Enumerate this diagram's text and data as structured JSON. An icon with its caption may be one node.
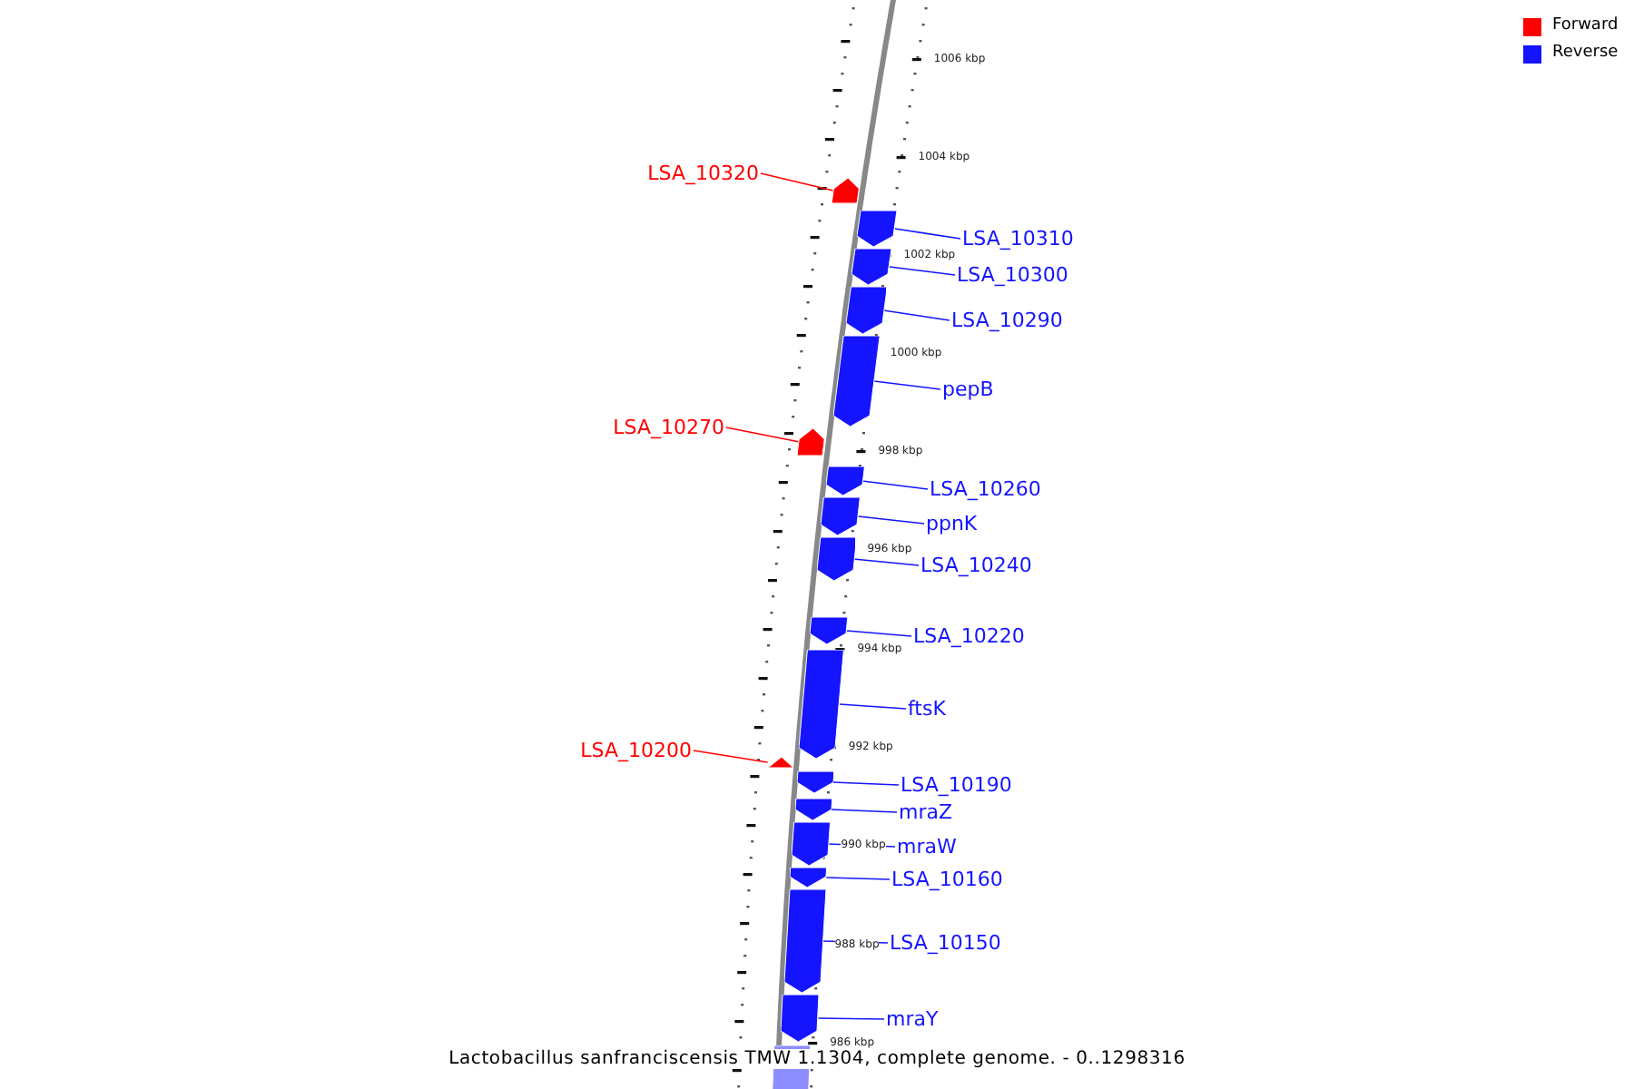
{
  "diagram": {
    "caption": "Lactobacillus sanfranciscensis TMW 1.1304, complete genome. - 0..1298316",
    "nodes": [
      {
        "text": [
          "LSA_10320"
        ]
      },
      {
        "text": [],
        "shape": "bar"
      },
      {
        "text": [
          "LSA_10310"
        ]
      },
      {
        "text": [],
        "shape": "bar"
      },
      {
        "text": [
          "LSA_10300"
        ]
      },
      {
        "text": [],
        "shape": "bar"
      },
      {
        "text": [
          "LSA_10290"
        ]
      },
      {
        "text": [],
        "shape": "bar"
      },
      {
        "text": [
          "pepB"
        ]
      },
      {
        "text": [],
        "shape": "bar"
      },
      {
        "text": [
          "LSA_10270"
        ]
      },
      {
        "text": [],
        "shape": "bar"
      },
      {
        "text": [
          "LSA_10260"
        ]
      },
      {
        "text": [],
        "shape": "bar"
      },
      {
        "text": [
          "ppnK"
        ]
      },
      {
        "text": [],
        "shape": "bar"
      },
      {
        "text": [
          "LSA_10240"
        ]
      },
      {
        "text": [],
        "shape": "bar"
      },
      {
        "text": [
          "LSA_10220"
        ]
      },
      {
        "text": [],
        "shape": "bar"
      },
      {
        "text": [
          "ftsK"
        ]
      },
      {
        "text": [],
        "shape": "bar"
      },
      {
        "text": [
          "LSA_10200"
        ]
      },
      {
        "text": [],
        "shape": "bar"
      },
      {
        "text": [
          "LSA_10190"
        ]
      },
      {
        "text": [],
        "shape": "bar"
      },
      {
        "text": [
          "mraZ"
        ]
      },
      {
        "text": [],
        "shape": "bar"
      },
      {
        "text": [
          "mraW"
        ]
      },
      {
        "text": [],
        "shape": "bar"
      },
      {
        "text": [
          "LSA_10160"
        ]
      },
      {
        "text": [],
        "shape": "bar"
      },
      {
        "text": [
          "LSA_10150"
        ]
      },
      {
        "text": [],
        "shape": "bar"
      },
      {
        "text": [
          "mraY"
        ]
      },
      {
        "text": [],
        "shape": "bar"
      },
      {
        "text": [],
        "shape": "bar"
      }
    ],
    "edges": [
      {
        "from": 0,
        "to": 1,
        "arrow": "none",
        "color": "#ff0000"
      },
      {
        "from": 2,
        "to": 3,
        "arrow": "none"
      },
      {
        "from": 4,
        "to": 5,
        "arrow": "none"
      },
      {
        "from": 6,
        "to": 7,
        "arrow": "none"
      },
      {
        "from": 8,
        "to": 9,
        "arrow": "none"
      },
      {
        "from": 10,
        "to": 11,
        "arrow": "none",
        "color": "#ff0000"
      },
      {
        "from": 12,
        "to": 13,
        "arrow": "none"
      },
      {
        "from": 14,
        "to": 15,
        "arrow": "none"
      },
      {
        "from": 16,
        "to": 17,
        "arrow": "none"
      },
      {
        "from": 18,
        "to": 19,
        "arrow": "none"
      },
      {
        "from": 20,
        "to": 21,
        "arrow": "none"
      },
      {
        "from": 22,
        "to": 23,
        "arrow": "none",
        "color": "#ff0000"
      },
      {
        "from": 24,
        "to": 25,
        "arrow": "none"
      },
      {
        "from": 26,
        "to": 27,
        "arrow": "none"
      },
      {
        "from": 28,
        "to": 29,
        "arrow": "none"
      },
      {
        "from": 30,
        "to": 31,
        "arrow": "none"
      },
      {
        "from": 32,
        "to": 33,
        "arrow": "none"
      },
      {
        "from": 34,
        "to": 35,
        "arrow": "none"
      }
    ],
    "labels": [
      "1006 kbp",
      "1004 kbp",
      "1002 kbp",
      "1000 kbp",
      "998 kbp",
      "996 kbp",
      "994 kbp",
      "992 kbp",
      "990 kbp",
      "988 kbp",
      "986 kbp"
    ],
    "legend": [
      {
        "text": "Forward",
        "color": "#ff0000"
      },
      {
        "text": "Reverse",
        "color": "#1414ff"
      }
    ]
  }
}
